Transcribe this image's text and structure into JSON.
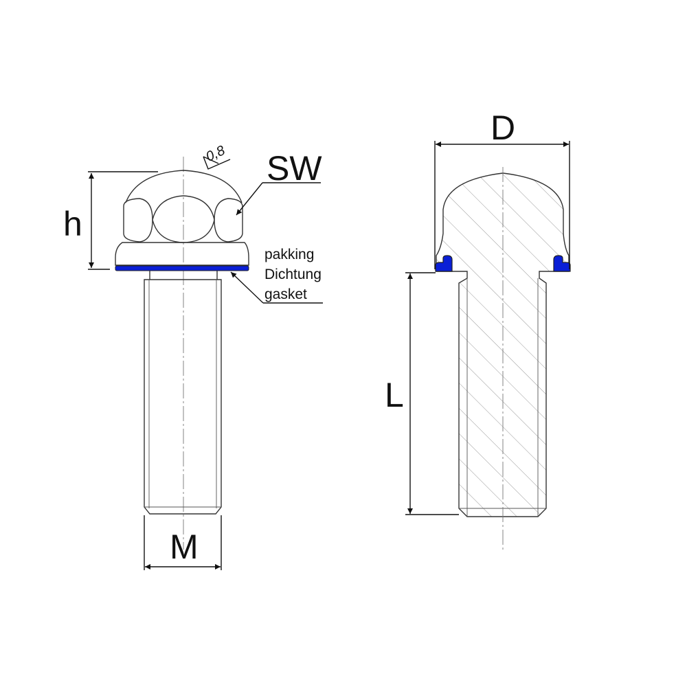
{
  "labels": {
    "sw": "SW",
    "roughness": "0,8",
    "h": "h",
    "gasket_nl": "pakking",
    "gasket_de": "Dichtung",
    "gasket_en": "gasket",
    "m": "M",
    "d": "D",
    "l": "L"
  },
  "colors": {
    "gasket": "#0a1fd6",
    "line": "#333333"
  }
}
